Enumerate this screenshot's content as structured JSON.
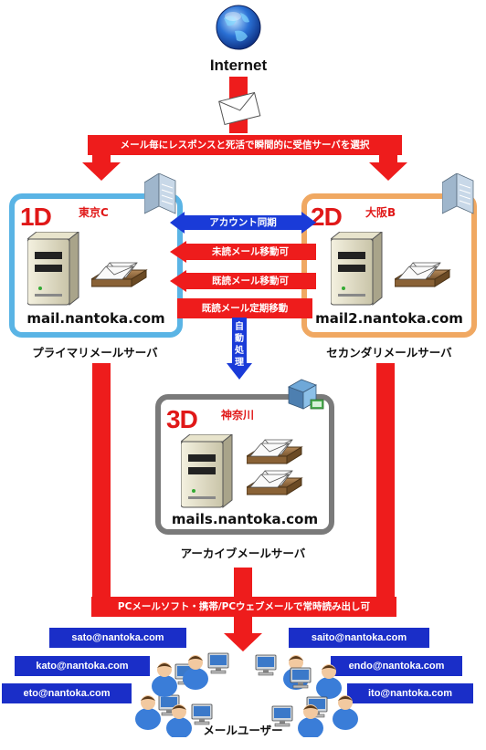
{
  "internet": {
    "label": "Internet"
  },
  "top_banner": {
    "text": "メール毎にレスポンスと死活で瞬間的に受信サーバを選択"
  },
  "primary": {
    "tier": "1D",
    "location": "東京C",
    "domain": "mail.nantoka.com",
    "caption": "プライマリメールサーバ"
  },
  "secondary": {
    "tier": "2D",
    "location": "大阪B",
    "domain": "mail2.nantoka.com",
    "caption": "セカンダリメールサーバ"
  },
  "archive": {
    "tier": "3D",
    "location": "神奈川",
    "domain": "mails.nantoka.com",
    "caption": "アーカイブメールサーバ"
  },
  "sync": {
    "account_sync": "アカウント同期",
    "unread_move": "未読メール移動可",
    "read_move": "既読メール移動可",
    "read_periodic_move": "既読メール定期移動",
    "auto_process": "自動処理"
  },
  "bottom_banner": {
    "text": "PCメールソフト・携帯/PCウェブメールで常時読み出し可"
  },
  "emails_left": [
    "sato@nantoka.com",
    "kato@nantoka.com",
    "eto@nantoka.com"
  ],
  "emails_right": [
    "saito@nantoka.com",
    "endo@nantoka.com",
    "ito@nantoka.com"
  ],
  "users": {
    "label": "メールユーザー"
  },
  "colors": {
    "pipe": "#ee1c1c",
    "primary_border": "#5ab4e5",
    "secondary_border": "#f0a862",
    "archive_border": "#7a7a7a",
    "sync_arrow": "#1a3bd8",
    "email_bg": "#1a2ec8"
  }
}
